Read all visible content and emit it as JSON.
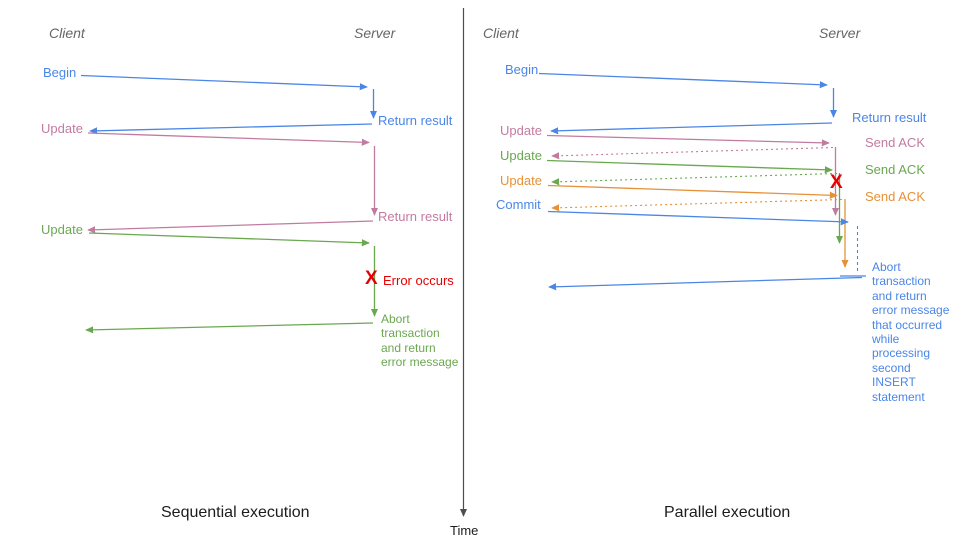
{
  "colors": {
    "blue": "#4a86e8",
    "pink": "#c27ba0",
    "green": "#6aa84f",
    "orange": "#e69138",
    "red": "#e60000",
    "gray": "#666666",
    "axis": "#4d4d4d",
    "black": "#1c1c1c"
  },
  "time_axis": {
    "label": "Time"
  },
  "sequential": {
    "title": "Sequential execution",
    "client_header": "Client",
    "server_header": "Server",
    "messages": {
      "begin": "Begin",
      "return_result_1": "Return result",
      "update_1": "Update",
      "return_result_2": "Return result",
      "update_2": "Update",
      "error_mark": "X",
      "error_label": "Error occurs",
      "abort_note": "Abort\ntransaction\nand return\nerror message"
    }
  },
  "parallel": {
    "title": "Parallel execution",
    "client_header": "Client",
    "server_header": "Server",
    "messages": {
      "begin": "Begin",
      "return_result": "Return result",
      "update_1": "Update",
      "send_ack_1": "Send ACK",
      "update_2": "Update",
      "send_ack_2": "Send ACK",
      "update_3": "Update",
      "send_ack_3": "Send ACK",
      "commit": "Commit",
      "error_mark": "X",
      "abort_note": "Abort\ntransaction\nand return\nerror message\nthat occurred\nwhile\nprocessing\nsecond\nINSERT\nstatement"
    }
  }
}
